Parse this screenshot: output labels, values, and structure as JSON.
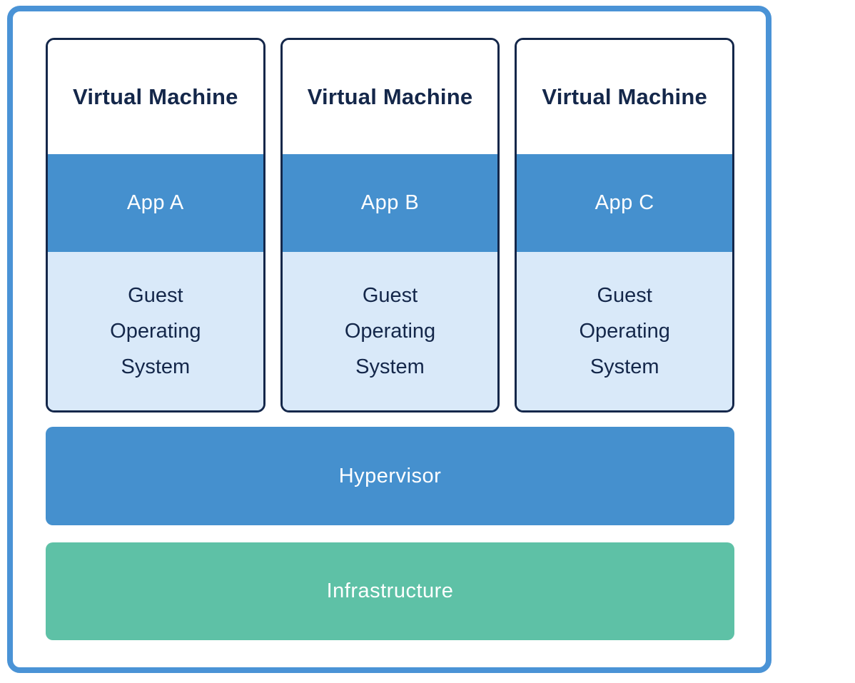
{
  "diagram": {
    "vms": [
      {
        "title": "Virtual Machine",
        "app": "App A",
        "os": "Guest Operating System"
      },
      {
        "title": "Virtual Machine",
        "app": "App B",
        "os": "Guest Operating System"
      },
      {
        "title": "Virtual Machine",
        "app": "App C",
        "os": "Guest Operating System"
      }
    ],
    "layers": {
      "hypervisor": {
        "label": "Hypervisor"
      },
      "infrastructure": {
        "label": "Infrastructure"
      }
    },
    "colors": {
      "frame_border": "#4a93d6",
      "vm_border": "#14274a",
      "app_bar": "#4590ce",
      "guest_os_bg": "#d9e9f9",
      "navy_text": "#14274a",
      "hypervisor_bg": "#4590ce",
      "infrastructure_bg": "#5ec1a6",
      "light_text": "#ffffff"
    }
  }
}
